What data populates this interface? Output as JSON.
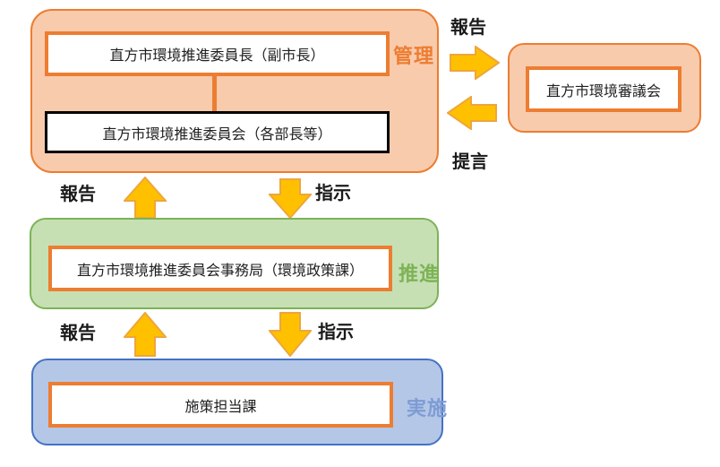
{
  "management_group": {
    "label": "管理",
    "chair_box": "直方市環境推進委員長（副市長）",
    "committee_box": "直方市環境推進委員会（各部長等）"
  },
  "council_group": {
    "box": "直方市環境審議会"
  },
  "promotion_group": {
    "label": "推進",
    "secretariat_box": "直方市環境推進委員会事務局（環境政策課）"
  },
  "implementation_group": {
    "label": "実施",
    "policy_box": "施策担当課"
  },
  "flows": {
    "report_to_council": "報告",
    "proposal_from_council": "提言",
    "report_promotion_to_management": "報告",
    "instruct_management_to_promotion": "指示",
    "report_implementation_to_promotion": "報告",
    "instruct_promotion_to_implementation": "指示"
  },
  "colors": {
    "orange": "#ED7D31",
    "orange_fill": "#F8CBAD",
    "green_border": "#7DB356",
    "green_fill": "#C6E0B4",
    "green_label": "#7DB356",
    "blue_border": "#4472C4",
    "blue_fill": "#B4C7E7",
    "blue_label": "#7E9CD4",
    "arrow_fill": "#FFC000",
    "arrow_outline": "#EDA63C"
  }
}
